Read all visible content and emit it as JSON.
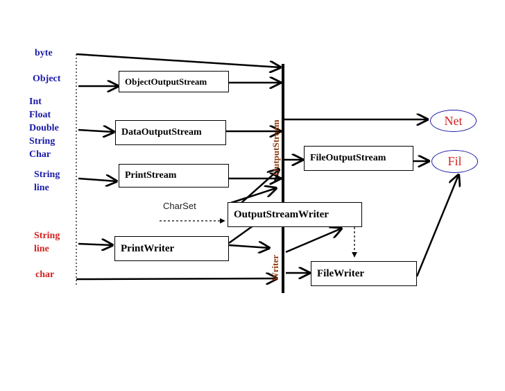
{
  "inputs": {
    "byte": "byte",
    "object": "Object",
    "primitives": "Int\nFloat\nDouble\nString\nChar",
    "string_line_1": "String\nline",
    "string_line_2": "String\nline",
    "char": "char"
  },
  "boxes": {
    "object_output_stream": "ObjectOutputStream",
    "data_output_stream": "DataOutputStream",
    "print_stream": "PrintStream",
    "output_stream_writer": "OutputStreamWriter",
    "print_writer": "PrintWriter",
    "file_output_stream": "FileOutputStream",
    "file_writer": "FileWriter"
  },
  "bus_labels": {
    "output_stream": "OutputStream",
    "writer": "Writer"
  },
  "charset": "CharSet",
  "targets": {
    "net": "Net",
    "file": "Fil"
  },
  "colors": {
    "input_blue": "#1a1aa8",
    "input_red": "#d42020",
    "bus_label": "#8b3a10",
    "target_border": "#1a1aa8",
    "target_text": "#d42020"
  }
}
